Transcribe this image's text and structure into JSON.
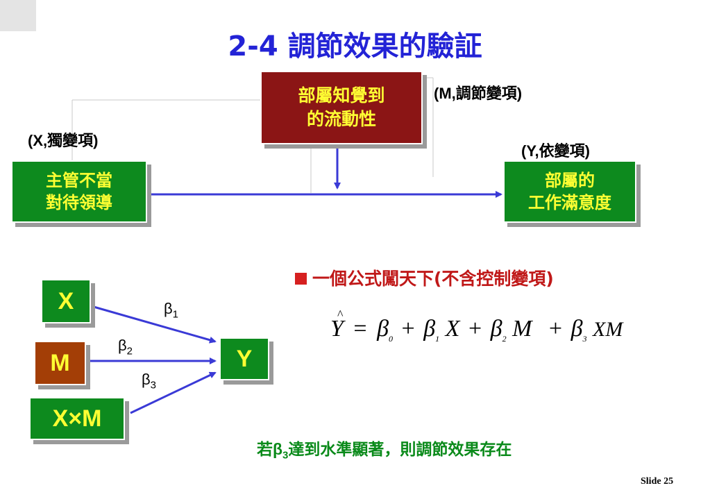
{
  "title": "2-4  調節效果的驗証",
  "top": {
    "moderator_box": [
      "部屬知覺到",
      "的流動性"
    ],
    "moderator_label": "(M,調節變項)",
    "x_label": "(X,獨變項)",
    "x_box": [
      "主管不當",
      "對待領導"
    ],
    "y_label": "(Y,依變項)",
    "y_box": [
      "部屬的",
      "工作滿意度"
    ]
  },
  "bottom": {
    "x": "X",
    "m": "M",
    "xm": "X×M",
    "y": "Y",
    "beta1": "β",
    "beta1_sub": "1",
    "beta2": "β",
    "beta2_sub": "2",
    "beta3": "β",
    "beta3_sub": "3"
  },
  "formula": {
    "heading": "一個公式闖天下(不含控制變項)",
    "hat": "^",
    "y": "Y",
    "eq": "=",
    "b": "β",
    "plus": "+",
    "s0": "0",
    "s1": "1",
    "s2": "2",
    "s3": "3",
    "X": "X",
    "M": "M",
    "XM": "XM"
  },
  "note": {
    "pre": "若",
    "beta": "β",
    "sub": "3",
    "post": "達到水準顯著，則調節效果存在"
  },
  "footer": "Slide 25",
  "colors": {
    "title": "#2323d6",
    "green_box": "#0d8a1e",
    "red_box": "#8b1515",
    "brown_box": "#a33e06",
    "box_text": "#ffff33",
    "arrow": "#3a3ad6",
    "heading": "#c01818",
    "note": "#0a8a1a"
  }
}
